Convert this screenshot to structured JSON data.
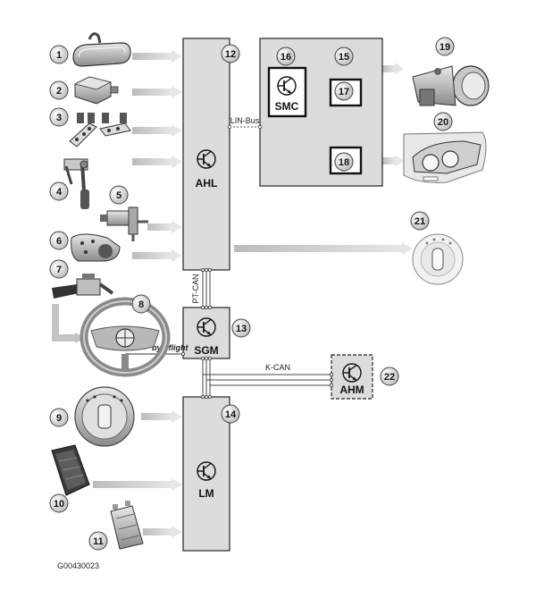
{
  "controllers": {
    "ahl": "AHL",
    "smc": "SMC",
    "sgm": "SGM",
    "lm": "LM",
    "ahm": "AHM"
  },
  "bus_labels": {
    "lin_bus": "LIN-Bus",
    "pt_can": "PT-CAN",
    "byteflight": "byteflight",
    "k_can": "K-CAN"
  },
  "numbers": [
    "1",
    "2",
    "3",
    "4",
    "5",
    "6",
    "7",
    "8",
    "9",
    "10",
    "11",
    "12",
    "13",
    "14",
    "15",
    "16",
    "17",
    "18",
    "19",
    "20",
    "21",
    "22"
  ],
  "document_id": "G00430023",
  "icons": [
    "rear-view-mirror",
    "rain-light-sensor",
    "ride-height-sensors",
    "pedal-assembly",
    "steering-angle-sensor",
    "yaw-rate-sensor",
    "steering-column-switch",
    "steering-wheel",
    "light-switch",
    "light-module",
    "footwell-module",
    "xenon-projector",
    "headlight",
    "light-control-knob",
    "transistor-symbol"
  ]
}
